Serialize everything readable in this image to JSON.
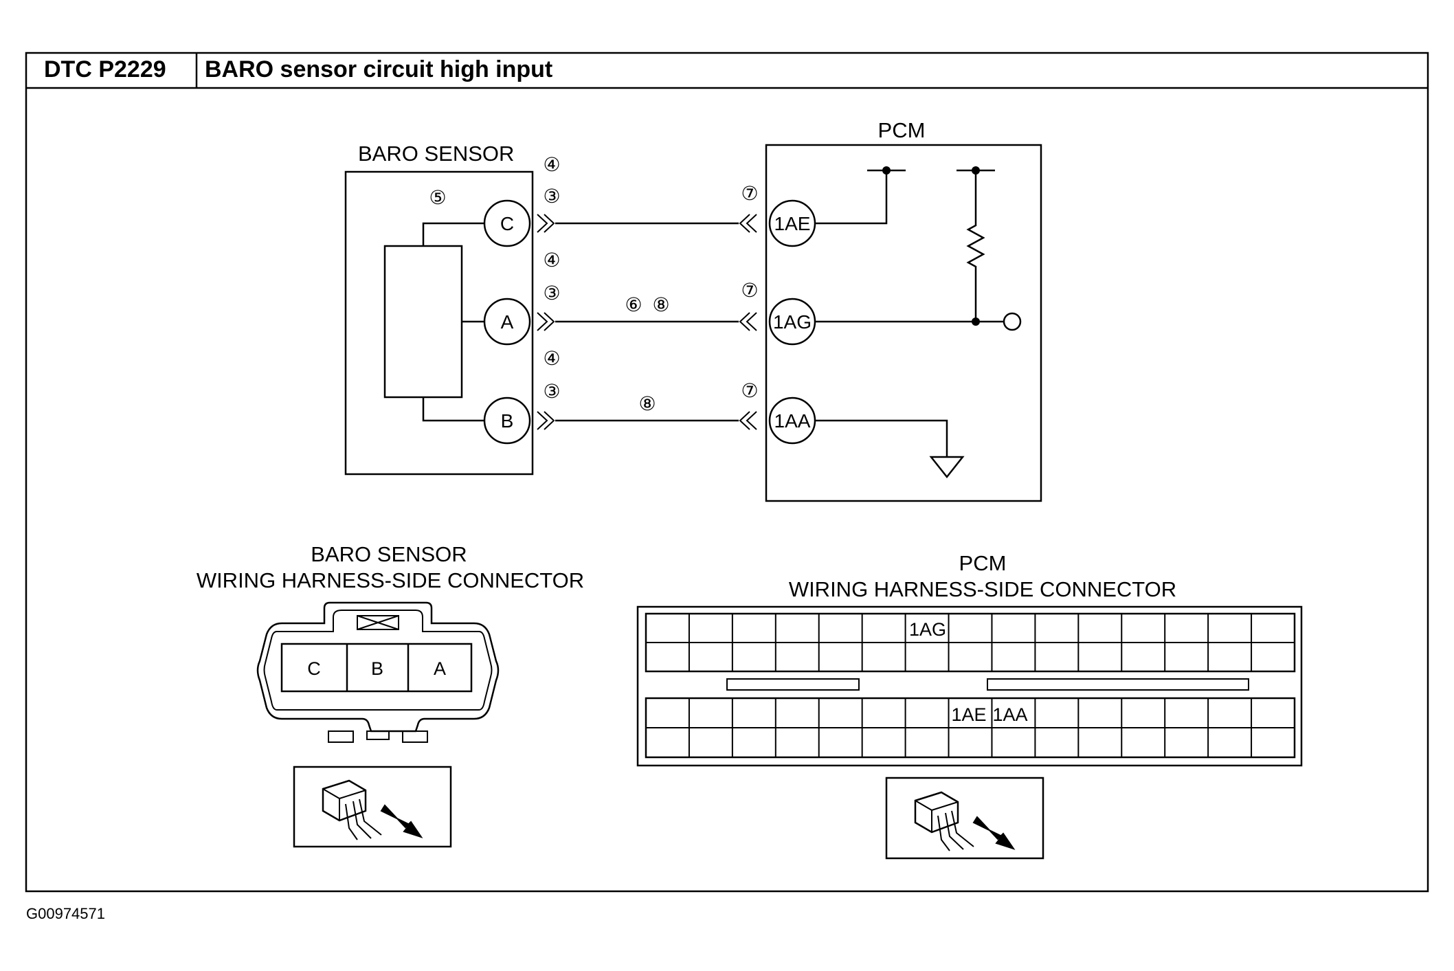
{
  "header": {
    "code": "DTC P2229",
    "title": "BARO sensor circuit high input"
  },
  "figure_id": "G00974571",
  "baro_sensor": {
    "label": "BARO SENSOR",
    "terminals": [
      "C",
      "A",
      "B"
    ]
  },
  "pcm": {
    "label": "PCM",
    "terminals": [
      "1AE",
      "1AG",
      "1AA"
    ]
  },
  "step_marks": {
    "n3": "③",
    "n4": "④",
    "n5": "⑤",
    "n6": "⑥",
    "n7": "⑦",
    "n8": "⑧"
  },
  "baro_connector": {
    "title_line1": "BARO SENSOR",
    "title_line2": "WIRING HARNESS-SIDE CONNECTOR",
    "pins": [
      "C",
      "B",
      "A"
    ]
  },
  "pcm_connector": {
    "title_line1": "PCM",
    "title_line2": "WIRING HARNESS-SIDE CONNECTOR",
    "upper_pin": "1AG",
    "lower_pins": [
      "1AE",
      "1AA"
    ]
  }
}
